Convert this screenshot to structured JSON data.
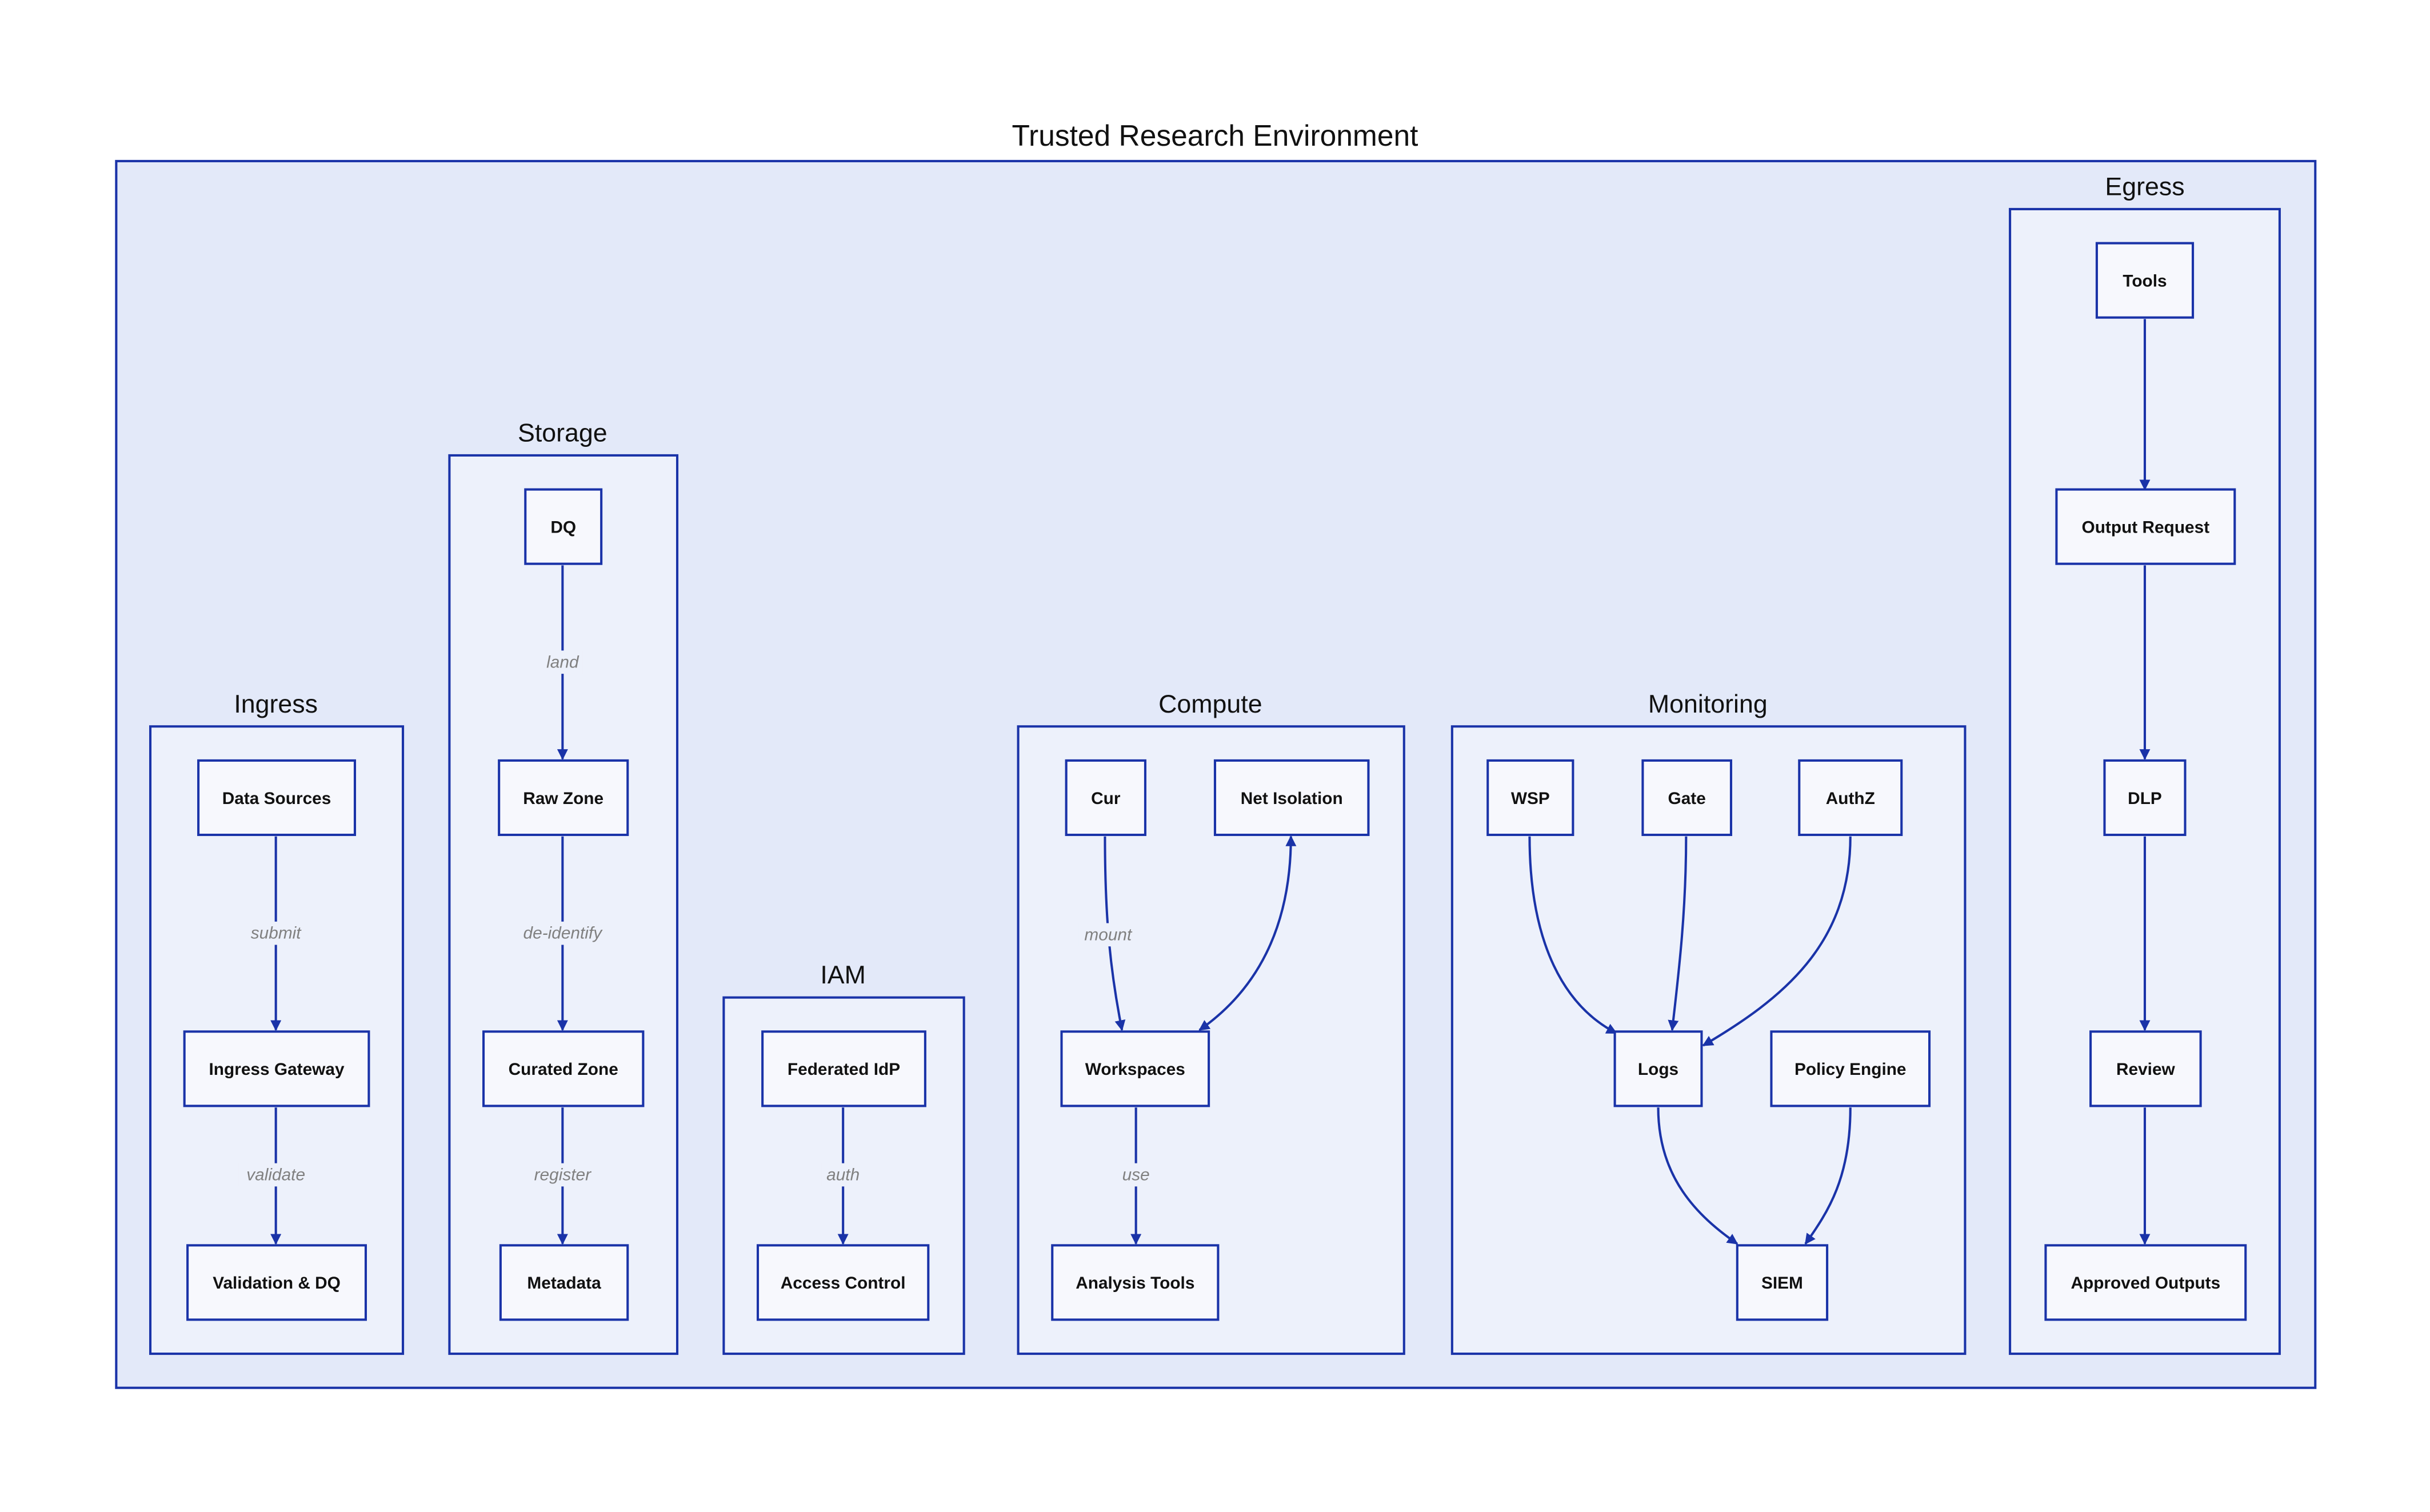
{
  "diagram": {
    "title": "Trusted Research Environment",
    "clusters": {
      "ingress": "Ingress",
      "storage": "Storage",
      "iam": "IAM",
      "compute": "Compute",
      "monitoring": "Monitoring",
      "egress": "Egress"
    },
    "nodes": {
      "data_sources": "Data Sources",
      "ingress_gateway": "Ingress Gateway",
      "validation_dq": "Validation & DQ",
      "dq": "DQ",
      "raw_zone": "Raw Zone",
      "curated_zone": "Curated Zone",
      "metadata": "Metadata",
      "federated_idp": "Federated IdP",
      "access_control": "Access Control",
      "cur": "Cur",
      "net_isolation": "Net Isolation",
      "workspaces": "Workspaces",
      "analysis_tools": "Analysis Tools",
      "wsp": "WSP",
      "gate": "Gate",
      "authz": "AuthZ",
      "logs": "Logs",
      "policy_engine": "Policy Engine",
      "siem": "SIEM",
      "tools": "Tools",
      "output_request": "Output Request",
      "dlp": "DLP",
      "review": "Review",
      "approved_outputs": "Approved Outputs"
    },
    "edge_labels": {
      "submit": "submit",
      "validate": "validate",
      "land": "land",
      "de_identify": "de-identify",
      "register": "register",
      "auth": "auth",
      "mount": "mount",
      "use": "use"
    },
    "colors": {
      "outer_fill": "#e3e9f9",
      "cluster_fill": "#edf1fb",
      "node_fill": "#f7f8fd",
      "stroke": "#1a33a8",
      "edge_label": "#808080"
    }
  }
}
